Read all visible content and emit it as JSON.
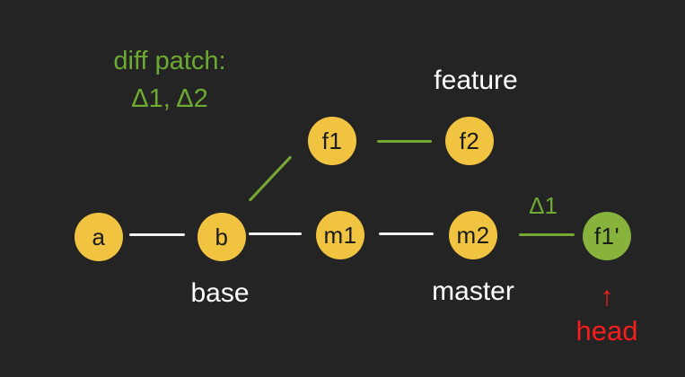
{
  "diagram": {
    "title_annotation": {
      "line1": "diff patch:",
      "line2": "Δ1, Δ2"
    },
    "branch_labels": {
      "feature": "feature",
      "base": "base",
      "master": "master"
    },
    "delta_edge_label": "Δ1",
    "head_pointer": {
      "arrow": "↑",
      "label": "head"
    },
    "nodes": {
      "a": {
        "label": "a",
        "branch": "base",
        "color": "#f0c341"
      },
      "b": {
        "label": "b",
        "branch": "base",
        "color": "#f0c341"
      },
      "m1": {
        "label": "m1",
        "branch": "master",
        "color": "#f0c341"
      },
      "m2": {
        "label": "m2",
        "branch": "master",
        "color": "#f0c341"
      },
      "f1": {
        "label": "f1",
        "branch": "feature",
        "color": "#f0c341"
      },
      "f2": {
        "label": "f2",
        "branch": "feature",
        "color": "#f0c341"
      },
      "f1p": {
        "label": "f1'",
        "branch": "master",
        "color": "#87b33d"
      }
    },
    "edges": [
      {
        "from": "a",
        "to": "b",
        "style": "white"
      },
      {
        "from": "b",
        "to": "m1",
        "style": "white"
      },
      {
        "from": "m1",
        "to": "m2",
        "style": "white"
      },
      {
        "from": "b",
        "to": "f1",
        "style": "green"
      },
      {
        "from": "f1",
        "to": "f2",
        "style": "green"
      },
      {
        "from": "m2",
        "to": "f1p",
        "style": "green",
        "label": "Δ1"
      }
    ],
    "colors": {
      "background": "#242424",
      "node_yellow": "#f0c341",
      "node_green": "#87b33d",
      "edge_white": "#f2f2f2",
      "edge_green": "#76a833",
      "text_green": "#6caa31",
      "text_white": "#ffffff",
      "text_red": "#f51d1d",
      "node_text": "#1b1b1b"
    }
  }
}
